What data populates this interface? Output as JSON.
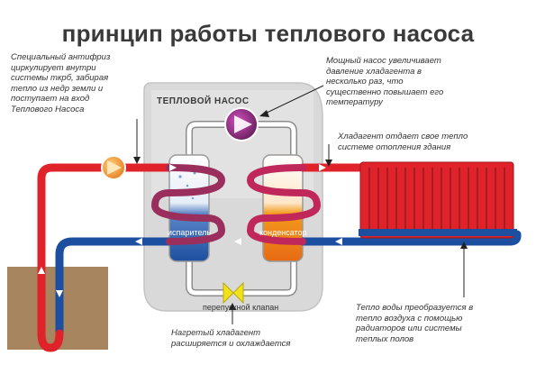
{
  "title": "принцип работы теплового насоса",
  "device_label": "ТЕПЛОВОЙ НАСОС",
  "evaporator_label": "испаритель",
  "condenser_label": "конденсатор",
  "valve_label": "перепускной клапан",
  "notes": {
    "antifreeze": [
      "Специальный антифриз",
      "циркулирует внутри",
      "системы ткрб, забирая",
      "тепло из недр земли и",
      "поступает на вход",
      "Теплового Насоса"
    ],
    "pump": [
      "Мощный насос увеличивает",
      "давление хладагента в",
      "несколько раз, что",
      "существенно повышает его",
      "температуру"
    ],
    "refrigerant": [
      "Хладагент отдает свое тепло",
      "системе отопления здания"
    ],
    "water": [
      "Тепло воды преобразуется в",
      "тепло воздуха  с помощью",
      "радиаторов или системы",
      "теплых полов"
    ],
    "expansion": [
      "Нагретый хладагент",
      "расширяется и охлаждается"
    ]
  },
  "colors": {
    "hot": "#e0232a",
    "cold": "#1d4fa0",
    "device": "#dcdcdc",
    "soil": "#a7865f",
    "valve": "#f2e21a",
    "pump_fill": "#8a2a7c",
    "compressor_orange": "#f39a1c"
  }
}
